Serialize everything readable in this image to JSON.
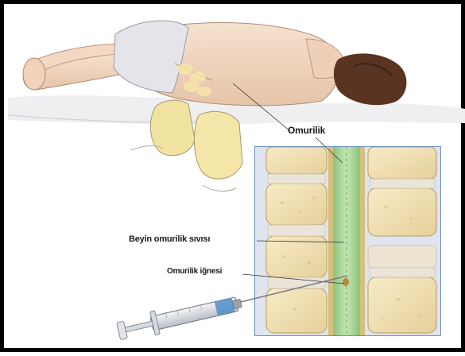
{
  "illustration": {
    "labels": {
      "spinal_cord": "Omurilik",
      "csf": "Beyin omurilik sıvısı",
      "needle": "Omurilik iğnesi"
    }
  },
  "colors": {
    "border": "#000000",
    "skin": "#f1d8c1",
    "shorts": "#e8e6ea",
    "hair": "#5a3423",
    "glove": "#f0e3a1",
    "inset_border": "#6d8fbf",
    "vertebra": "#f2e3b6",
    "disc": "#e9e2d6",
    "spinal_cord": "#a9d69a",
    "syringe_blue": "#4d8fc6"
  }
}
